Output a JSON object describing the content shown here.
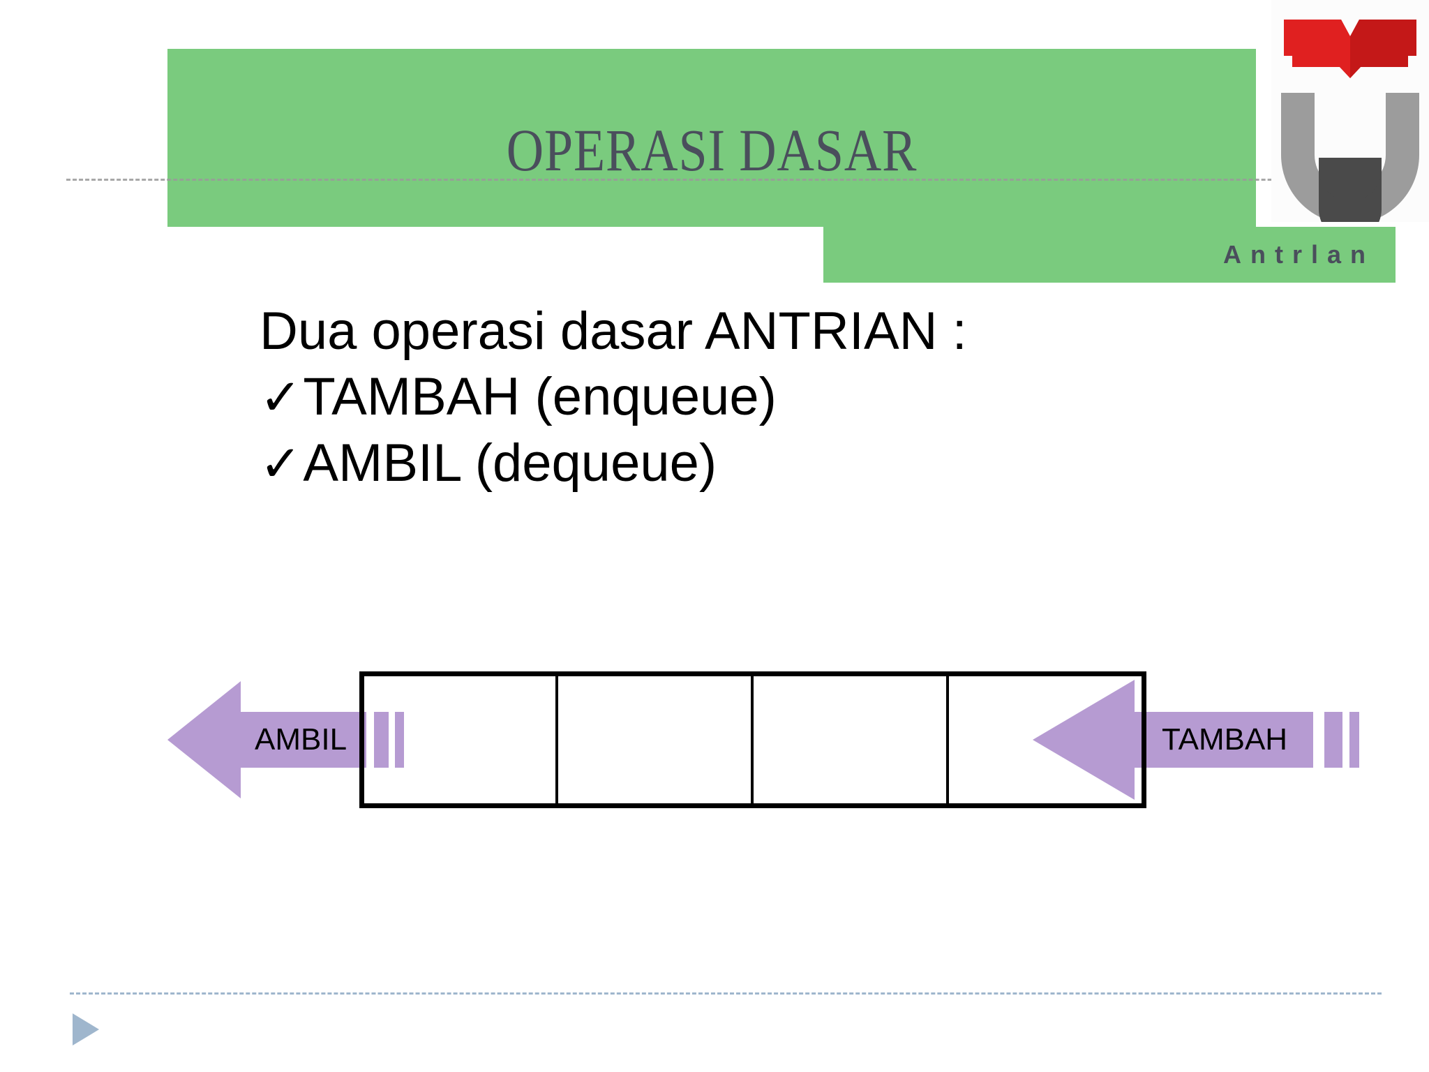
{
  "slide": {
    "title": "OPERASI DASAR",
    "subtitle": "Antrlan",
    "body": {
      "heading": "Dua operasi dasar ANTRIAN :",
      "bullets": [
        {
          "mark": "✓",
          "text": "TAMBAH (enqueue)"
        },
        {
          "mark": "✓",
          "text": "AMBIL   (dequeue)"
        }
      ]
    },
    "diagram": {
      "left_arrow_label": "AMBIL",
      "right_arrow_label": "TAMBAH",
      "cell_count": 4,
      "cells": [
        "",
        "",
        "",
        ""
      ]
    },
    "colors": {
      "header_green": "#7ACB7E",
      "title_gray": "#4A4E5C",
      "arrow_purple": "#B69BD2",
      "rule_blue": "#9FB6CD",
      "logo_red": "#D81E1E",
      "logo_gray": "#9C9C9C",
      "logo_dark": "#4A4A4A"
    },
    "icons": {
      "logo": "university-logo-icon",
      "play": "play-triangle-icon",
      "check": "check-icon"
    }
  }
}
